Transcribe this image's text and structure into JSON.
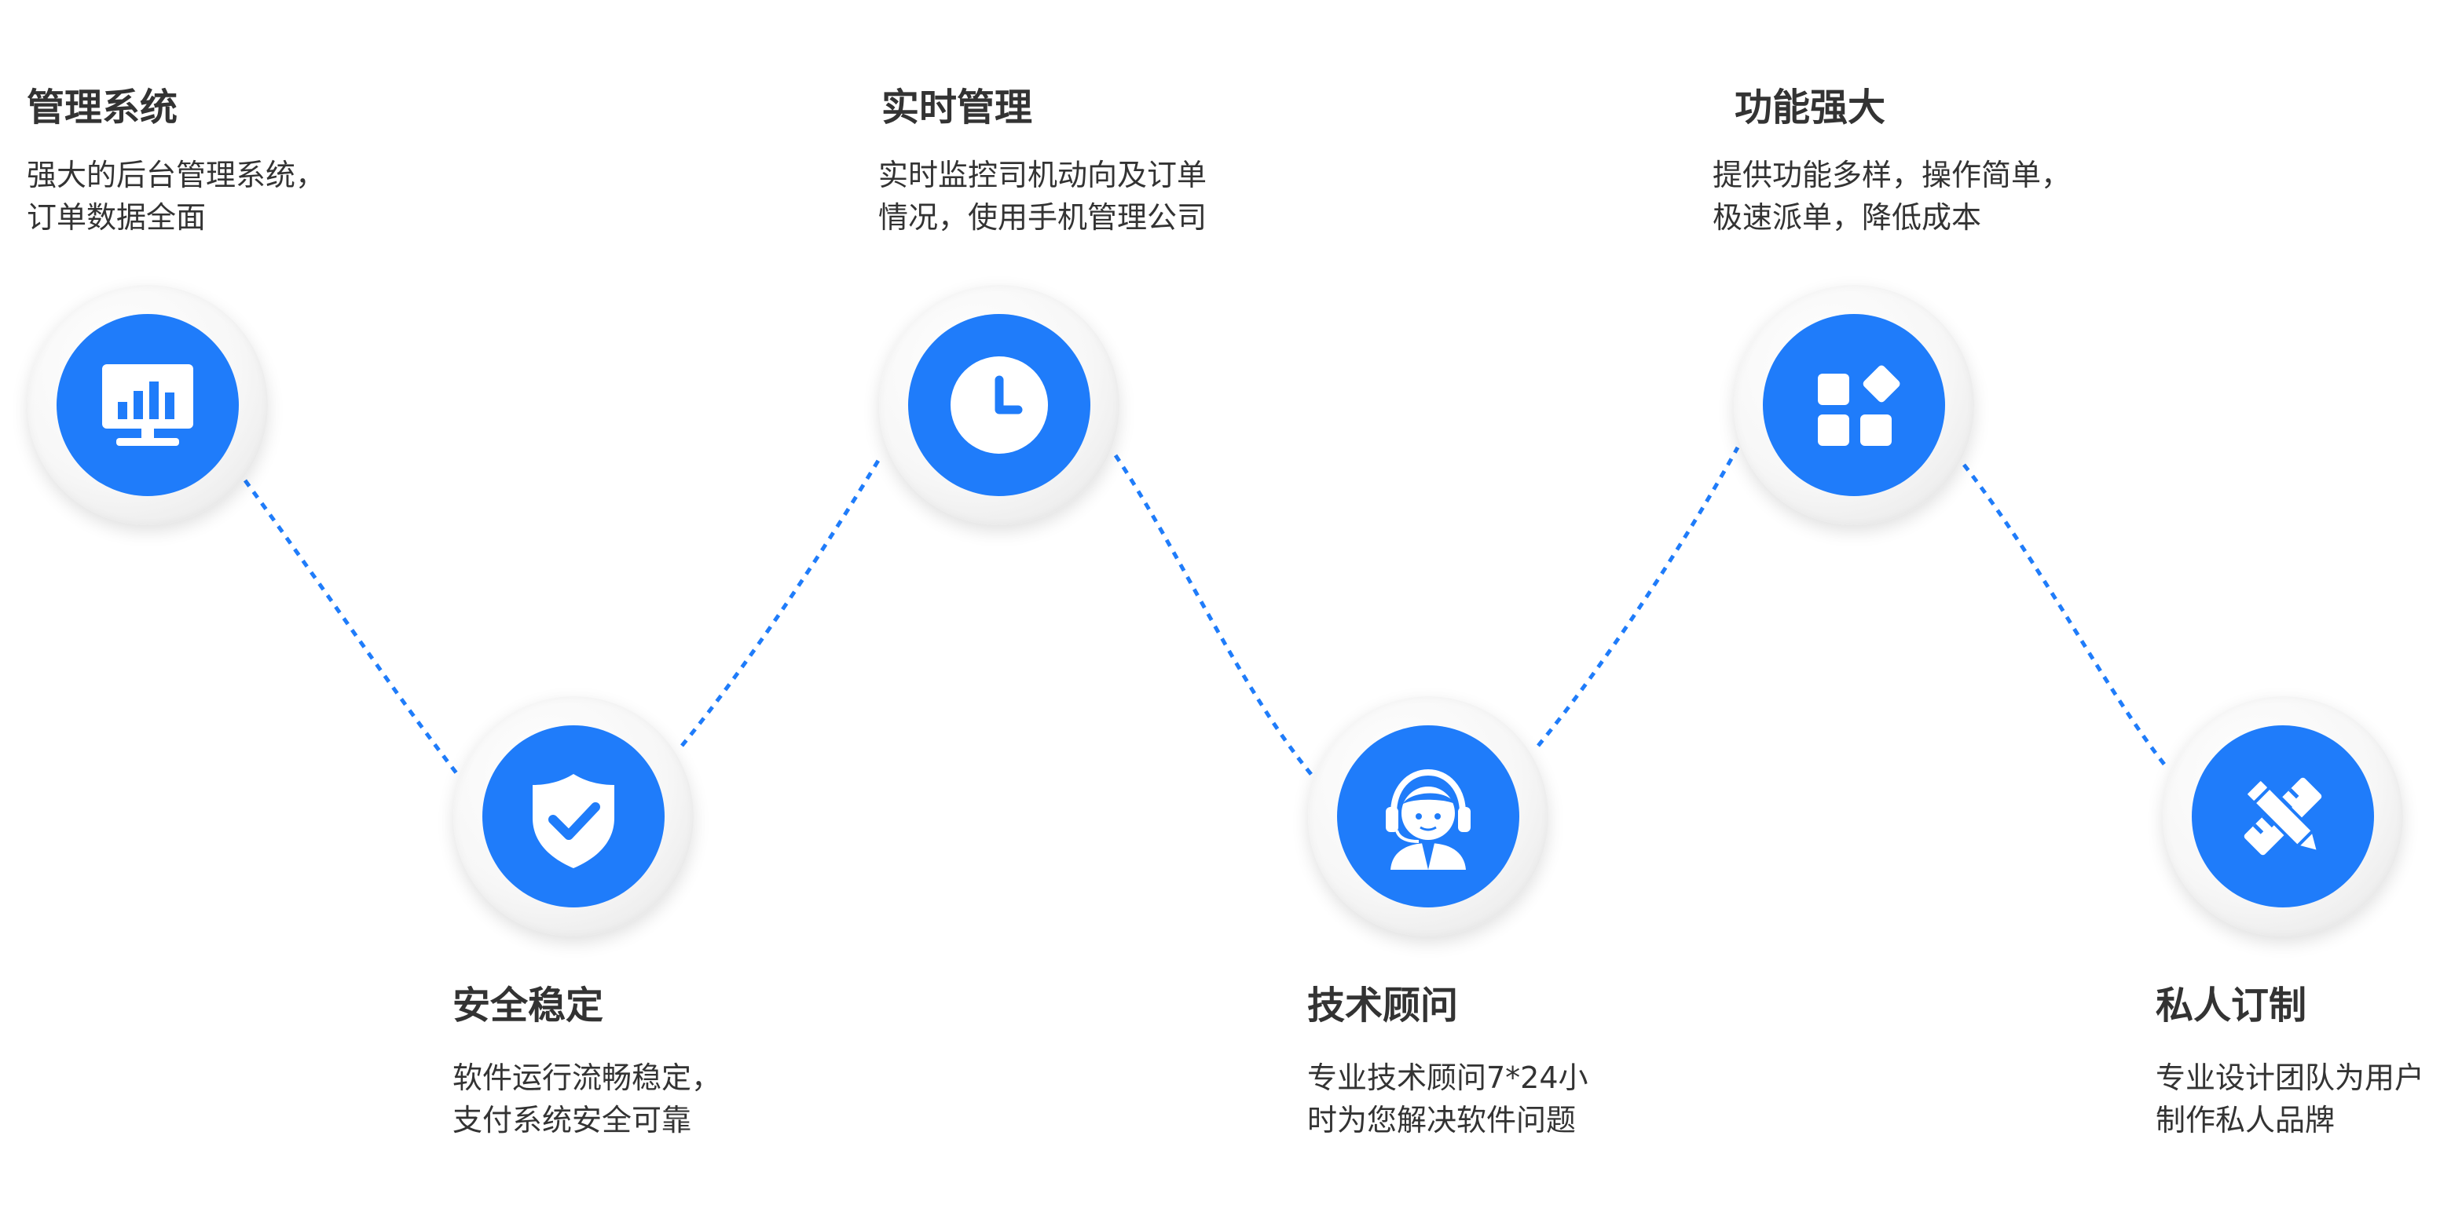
{
  "colors": {
    "accent": "#1f7cfa",
    "text": "#333333",
    "dash": "#1f7cfa"
  },
  "steps": [
    {
      "title": "管理系统",
      "lines": [
        "强大的后台管理系统，",
        "订单数据全面"
      ],
      "icon": "monitor-chart-icon"
    },
    {
      "title": "安全稳定",
      "lines": [
        "软件运行流畅稳定，",
        "支付系统安全可靠"
      ],
      "icon": "shield-check-icon"
    },
    {
      "title": "实时管理",
      "lines": [
        "实时监控司机动向及订单",
        "情况，使用手机管理公司"
      ],
      "icon": "clock-icon"
    },
    {
      "title": "技术顾问",
      "lines": [
        "专业技术顾问7*24小",
        "时为您解决软件问题"
      ],
      "icon": "customer-service-icon"
    },
    {
      "title": "功能强大",
      "lines": [
        "提供功能多样，操作简单，",
        "极速派单，降低成本"
      ],
      "icon": "apps-grid-icon"
    },
    {
      "title": "私人订制",
      "lines": [
        "专业设计团队为用户",
        "制作私人品牌"
      ],
      "icon": "pencil-ruler-icon"
    }
  ]
}
